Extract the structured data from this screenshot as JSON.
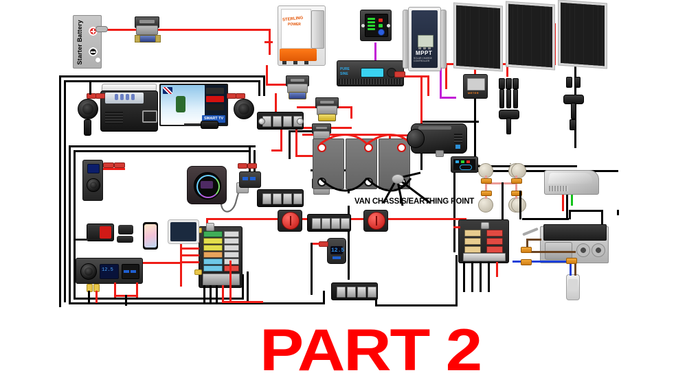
{
  "diagram": {
    "title": "PART 2",
    "title_color": "#ff0000",
    "chassis_label": "VAN CHASSIS/EARTHING POINT",
    "background": "#ffffff"
  },
  "wire_colors": {
    "positive": "#ef1c16",
    "negative": "#000000",
    "comms": "#c21ad6",
    "water_pump_live": "#6b4423",
    "water_pump_neutral": "#1b3fd8",
    "fan_signal": "#12c21a"
  },
  "components": {
    "starter_battery": {
      "label": "Starter Battery",
      "positive": "+",
      "negative": "-"
    },
    "dcdc_charger": {
      "brand": "STERLING",
      "sub": "POWER"
    },
    "battery_monitor_panel": {
      "name": "battery-monitor-panel"
    },
    "inverter": {
      "brand": "Pure Sine Wave Inverter",
      "display": ""
    },
    "mppt_controller": {
      "brand": "MPPT",
      "sub": "SOLAR CHARGE CONTROLLER"
    },
    "mppt_remote": {
      "name": "mppt-remote-meter"
    },
    "solar_panels": [
      {
        "name": "solar-panel-1"
      },
      {
        "name": "solar-panel-2"
      },
      {
        "name": "solar-panel-3"
      }
    ],
    "leisure_batteries": [
      {
        "name": "leisure-battery-1"
      },
      {
        "name": "leisure-battery-2"
      },
      {
        "name": "leisure-battery-3"
      }
    ],
    "diesel_heater": {
      "name": "diesel-air-heater"
    },
    "heater_controller": {
      "name": "heater-control-panel"
    },
    "fridge": {
      "name": "12v-compressor-fridge"
    },
    "tv": {
      "name": "12v-smart-tv",
      "badge": "SMART TV"
    },
    "touch_monitor": {
      "name": "battery-monitor-touchscreen"
    },
    "fuse_block_12way": {
      "name": "fuse-block-12-way"
    },
    "fuse_box_6way": {
      "name": "fuse-box-6-way"
    },
    "voltmeter_socket": {
      "reading": "12.5"
    },
    "roof_fan": {
      "name": "roof-vent-fan"
    },
    "sink_hob": {
      "name": "sink-and-hob-combo"
    },
    "water_pump": {
      "name": "12v-water-pump"
    },
    "spot_lights_count": 8,
    "power_bank": {
      "name": "jump-starter-power-bank"
    },
    "phone": {
      "name": "smartphone"
    },
    "tablet": {
      "name": "tablet"
    }
  },
  "labels": {
    "chassis": "VAN CHASSIS/EARTHING POINT",
    "part": "PART 2"
  }
}
